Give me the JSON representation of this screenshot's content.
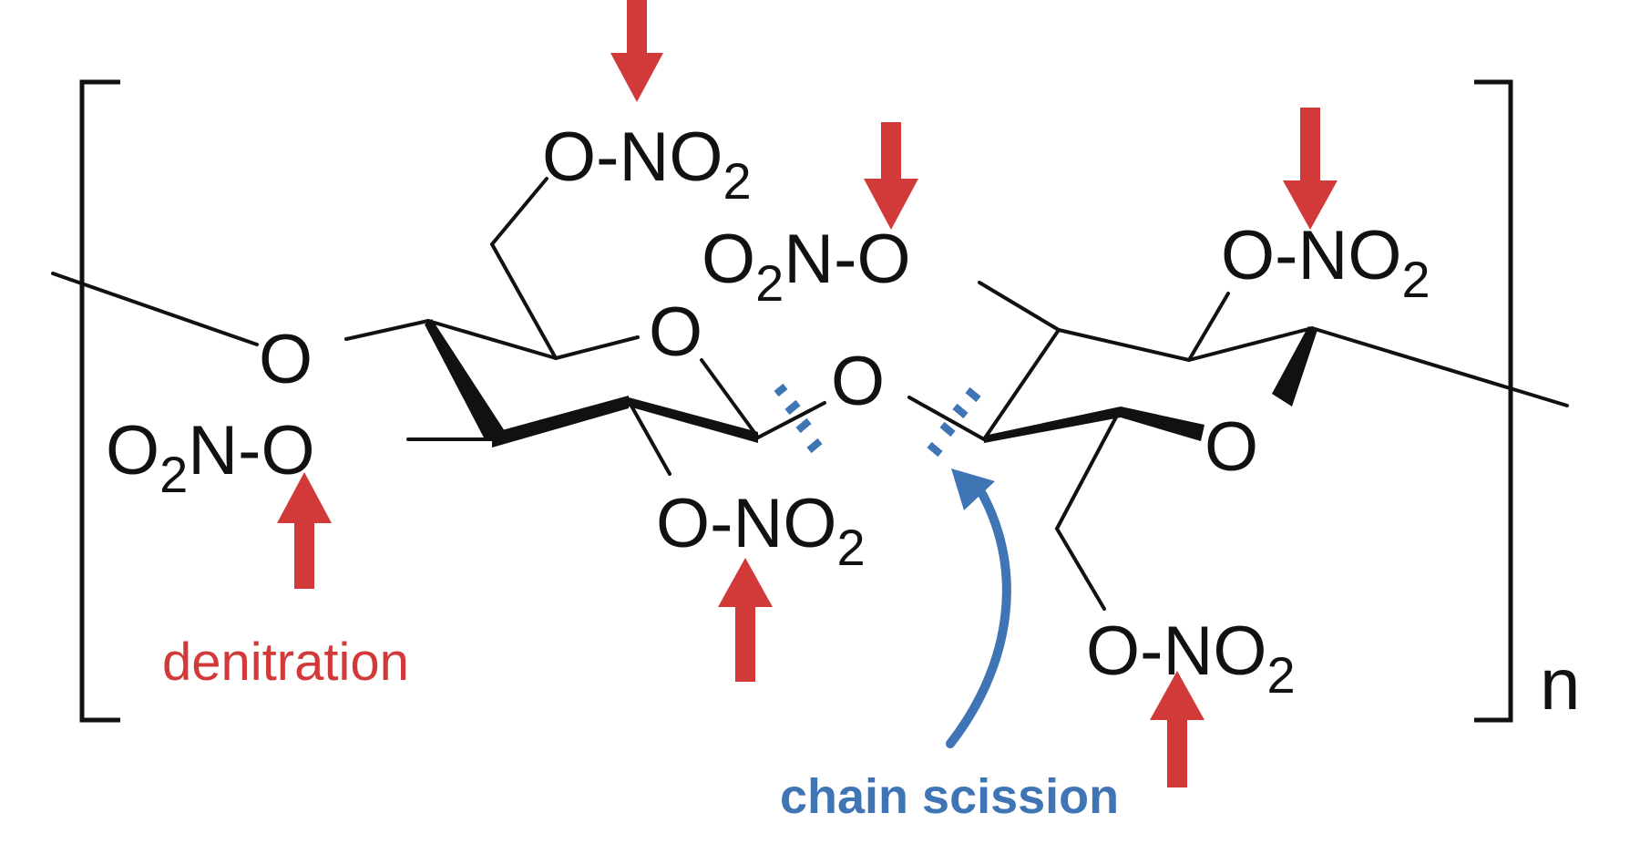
{
  "colors": {
    "bond": "#111111",
    "denitration": "#d23a3a",
    "scission": "#3f74b5"
  },
  "labels": {
    "denitration": "denitration",
    "chain_scission": "chain scission",
    "repeat": "n"
  },
  "groups": {
    "o": "O",
    "o_dash": "O-",
    "no": "NO",
    "two": "2",
    "n_dash_o": "N-O",
    "o2n_prefix": "O",
    "o2n_sub": "2"
  }
}
